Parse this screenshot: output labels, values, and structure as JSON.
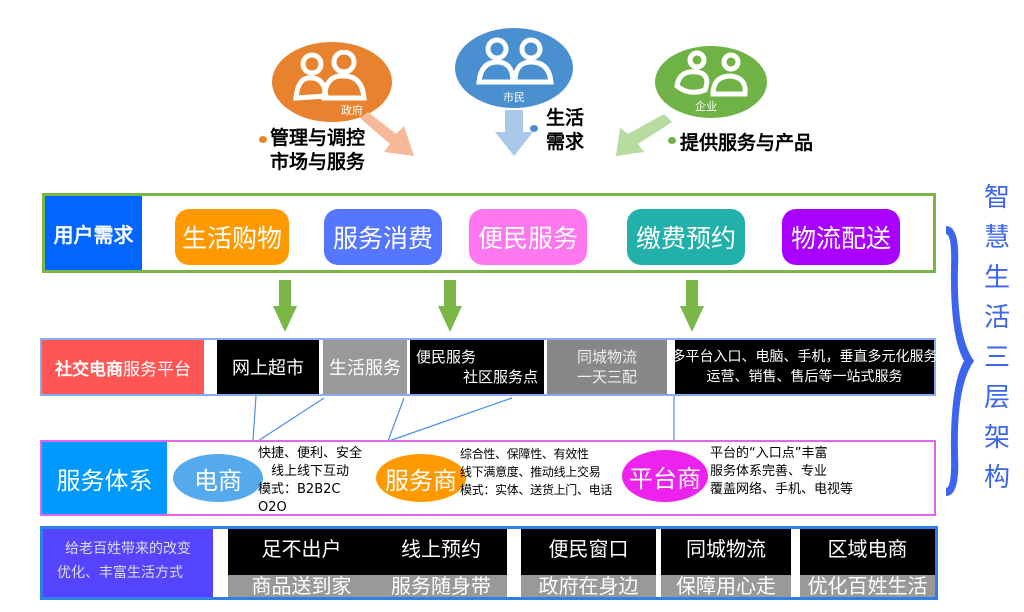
{
  "actors": [
    {
      "name": "政府",
      "note_lines": [
        "管理与调控",
        "市场与服务"
      ],
      "color": "#e8822e",
      "arrow_color": "#f5b899"
    },
    {
      "name": "市民",
      "note_lines": [
        "生活",
        "需求"
      ],
      "color": "#4a8fd0",
      "arrow_color": "#a9c8ea"
    },
    {
      "name": "企业",
      "note_lines": [
        "提供服务与产品"
      ],
      "color": "#6fb245",
      "arrow_color": "#b7dba0"
    }
  ],
  "row1": {
    "label": "用户需求",
    "items": [
      {
        "text": "生活购物",
        "color": "#ff9900"
      },
      {
        "text": "服务消费",
        "color": "#5577ff"
      },
      {
        "text": "便民服务",
        "color": "#ff77ee"
      },
      {
        "text": "缴费预约",
        "color": "#22b0aa"
      },
      {
        "text": "物流配送",
        "color": "#aa00ff"
      }
    ]
  },
  "row2": {
    "label_bold": "社交电商",
    "label_rest": "服务平台",
    "cells": [
      {
        "lines": [
          "网上超市"
        ],
        "bg": "#000000"
      },
      {
        "lines": [
          "生活服务"
        ],
        "bg": "#999999"
      },
      {
        "lines": [
          "便民服务",
          "社区服务点"
        ],
        "bg": "#000000"
      },
      {
        "lines": [
          "同城物流",
          "一天三配"
        ],
        "bg": "#888888"
      },
      {
        "lines": [
          "多平台入口、电脑、手机，垂直多元化服务",
          "运营、销售、售后等一站式服务"
        ],
        "bg": "#000000"
      }
    ]
  },
  "row3": {
    "label": "服务体系",
    "groups": [
      {
        "name": "电商",
        "color": "#55aaee",
        "desc": [
          "快捷、便利、安全",
          "线上线下互动",
          "模式：B2B2C O2O"
        ]
      },
      {
        "name": "服务商",
        "color": "#ff9900",
        "desc": [
          "综合性、保障性、有效性",
          "线下满意度、推动线上交易",
          "模式：实体、送货上门、电话"
        ]
      },
      {
        "name": "平台商",
        "color": "#ee22ee",
        "desc": [
          "平台的“入口点”丰富",
          "服务体系完善、专业",
          "覆盖网络、手机、电视等"
        ]
      }
    ]
  },
  "row4": {
    "label_lines": [
      "给老百姓带来的改变",
      "优化、丰富生活方式"
    ],
    "cards": [
      {
        "top": "足不出户",
        "bottom": "商品送到家"
      },
      {
        "top": "线上预约",
        "bottom": "服务随身带"
      },
      {
        "top": "便民窗口",
        "bottom": "政府在身边"
      },
      {
        "top": "同城物流",
        "bottom": "保障用心走"
      },
      {
        "top": "区域电商",
        "bottom": "优化百姓生活"
      }
    ]
  },
  "side_title": "智慧生活三层架构",
  "colors": {
    "brace": "#3c64ec",
    "green_arrow": "#7ab648",
    "connector": "#4a8fe8"
  }
}
